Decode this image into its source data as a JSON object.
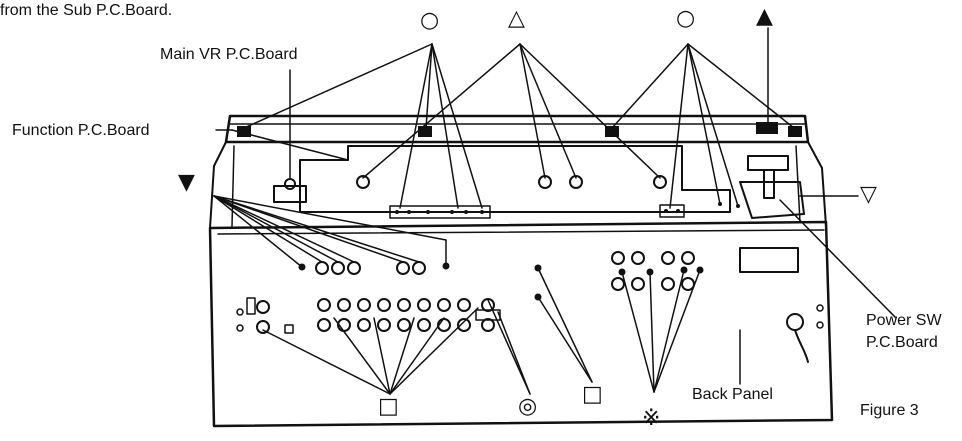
{
  "header_text": "from the Sub P.C.Board.",
  "labels": {
    "main_vr": "Main VR P.C.Board",
    "function": "Function P.C.Board",
    "power_sw_line1": "Power SW",
    "power_sw_line2": "P.C.Board",
    "back_panel": "Back Panel",
    "figure": "Figure 3"
  },
  "symbols": {
    "circle": "○",
    "triangle_open": "△",
    "triangle_filled": "▲",
    "triangle_down_filled": "▼",
    "triangle_down_open": "▽",
    "square": "□",
    "bullseye": "◎",
    "reference_mark": "※"
  },
  "colors": {
    "ink": "#111111",
    "paper": "#ffffff"
  }
}
